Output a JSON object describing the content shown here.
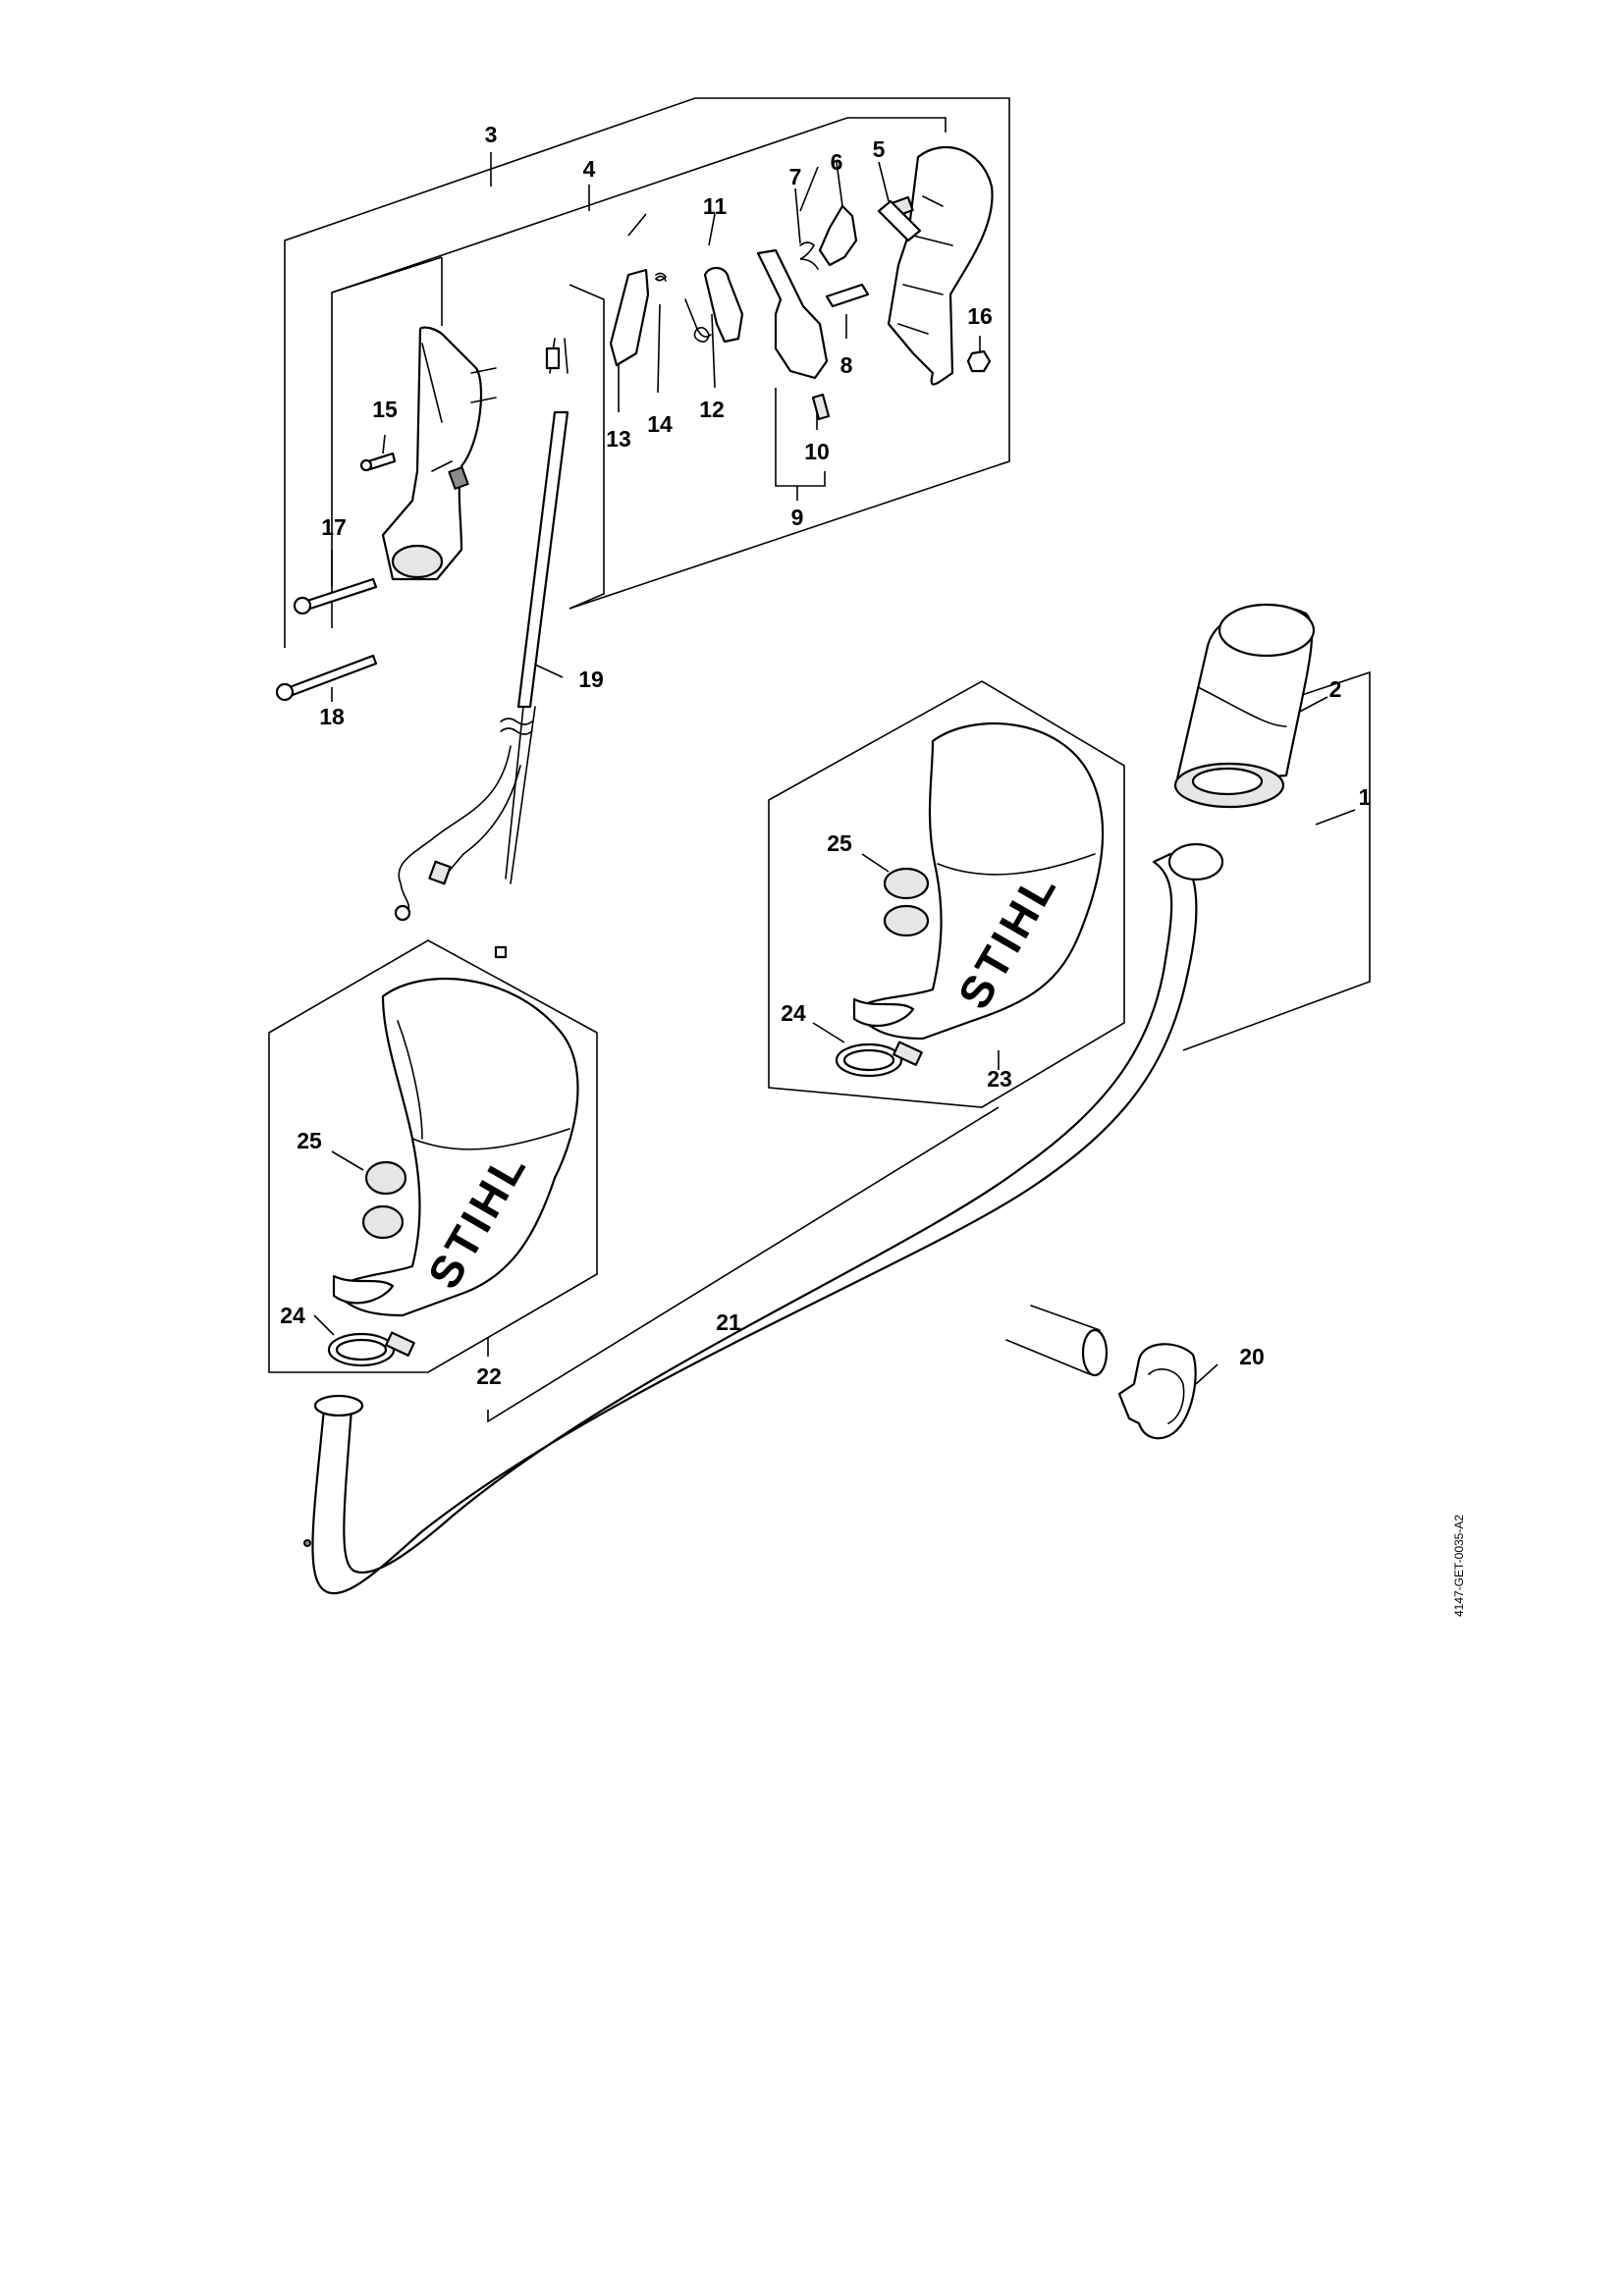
{
  "diagram": {
    "brand_text": "STIHL",
    "reference_code": "4147-GET-0035-A2",
    "callouts": {
      "c1": "1",
      "c2": "2",
      "c3": "3",
      "c4": "4",
      "c5": "5",
      "c6": "6",
      "c7": "7",
      "c8": "8",
      "c9": "9",
      "c10": "10",
      "c11": "11",
      "c12": "12",
      "c13": "13",
      "c14": "14",
      "c15": "15",
      "c16": "16",
      "c17": "17",
      "c18": "18",
      "c19": "19",
      "c20": "20",
      "c21": "21",
      "c22": "22",
      "c23": "23",
      "c24a": "24",
      "c24b": "24",
      "c25a": "25",
      "c25b": "25"
    }
  }
}
